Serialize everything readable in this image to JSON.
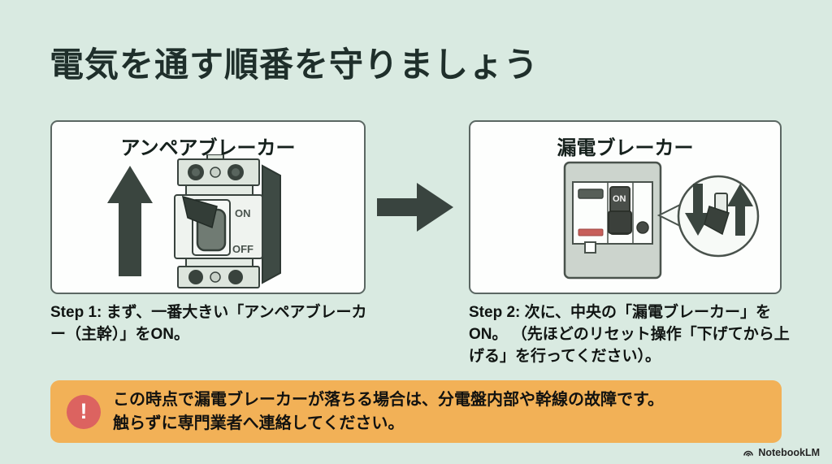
{
  "title": "電気を通す順番を守りましょう",
  "panel_left": {
    "heading": "アンペアブレーカー",
    "breaker_on": "ON",
    "breaker_off": "OFF"
  },
  "panel_right": {
    "heading": "漏電ブレーカー",
    "breaker_on": "ON"
  },
  "steps": {
    "step1": "Step 1: まず、一番大きい「アンペアブレーカー（主幹）」をON。",
    "step2": "Step 2: 次に、中央の「漏電ブレーカー」をON。 （先ほどのリセット操作「下げてから上げる」を行ってください）。"
  },
  "warning": {
    "icon_glyph": "!",
    "line1": "この時点で漏電ブレーカーが落ちる場合は、分電盤内部や幹線の故障です。",
    "line2": "触らずに専門業者へ連絡してください。"
  },
  "footer": {
    "watermark": "NotebookLM"
  },
  "icons": {
    "up_arrow": "up-arrow",
    "right_arrow": "right-arrow",
    "warning": "exclamation-circle",
    "watermark_logo": "notebooklm-logo"
  },
  "colors": {
    "background": "#d9eae1",
    "title_text": "#1f2f2b",
    "panel_border": "#5b6763",
    "illustration_dark": "#3a453f",
    "banner_bg": "#f2b157",
    "alert_red": "#dc6360",
    "breaker_red_bar": "#c75f5a"
  }
}
